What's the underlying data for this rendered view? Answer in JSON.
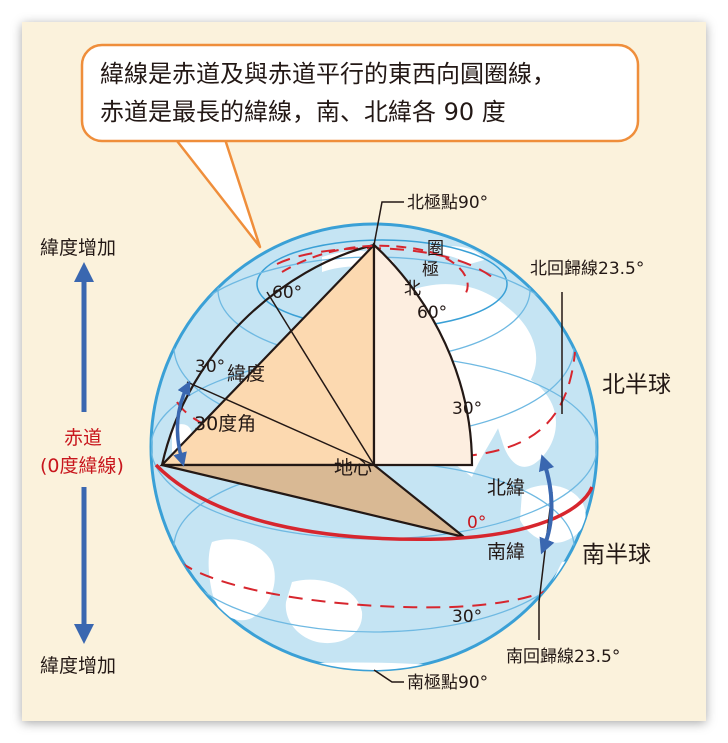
{
  "callout": {
    "line1": "緯線是赤道及與赤道平行的東西向圓圈線，",
    "line2": "赤道是最長的緯線，南、北緯各 90 度"
  },
  "labels": {
    "north_pole": "北極點90°",
    "south_pole": "南極點90°",
    "tropic_cancer": "北回歸線23.5°",
    "tropic_capricorn": "南回歸線23.5°",
    "arctic_circle_1": "北",
    "arctic_circle_2": "極",
    "arctic_circle_3": "圈",
    "north_hemisphere": "北半球",
    "south_hemisphere": "南半球",
    "lat_increase_top": "緯度增加",
    "lat_increase_bottom": "緯度增加",
    "equator_line1": "赤道",
    "equator_line2": "(0度緯線)",
    "latitude": "緯度",
    "angle": "30度角",
    "center": "地心",
    "north_lat": "北緯",
    "south_lat": "南緯"
  },
  "degree_labels": {
    "deg60_left": "60°",
    "deg30_left": "30°",
    "deg60_right": "60°",
    "deg30_right": "30°",
    "deg0": "0°",
    "deg30_south": "30°"
  },
  "colors": {
    "ocean": "#c5e4f3",
    "globe_edge": "#3aa0d6",
    "land": "#ffffff",
    "equator": "#d7262e",
    "wedge_upper": "#fcd9b0",
    "wedge_lower": "#d9b994",
    "wedge_right": "#fdeee0",
    "arrow_blue": "#3a67b0",
    "callout_border": "#ef8e3b"
  }
}
